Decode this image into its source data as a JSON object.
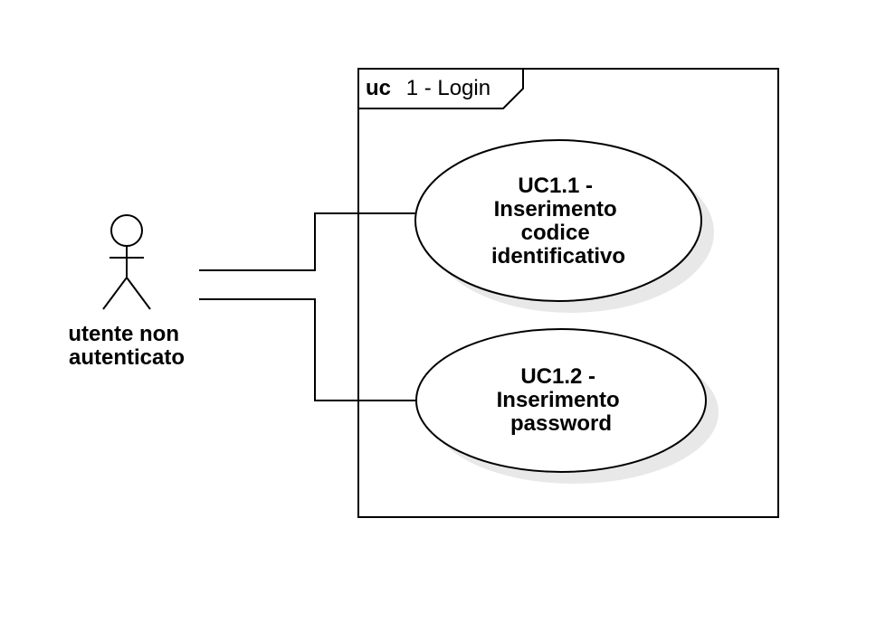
{
  "boundary": {
    "keyword": "uc",
    "title": "1 - Login"
  },
  "actor": {
    "label_lines": [
      "utente non",
      "autenticato"
    ]
  },
  "use_cases": [
    {
      "lines": [
        "UC1.1 -",
        "Inserimento",
        "codice",
        "identificativo"
      ]
    },
    {
      "lines": [
        "UC1.2 -",
        "Inserimento",
        "password"
      ]
    }
  ],
  "colors": {
    "line": "#000000",
    "background": "#ffffff",
    "shadow": "#e8e8e8"
  }
}
